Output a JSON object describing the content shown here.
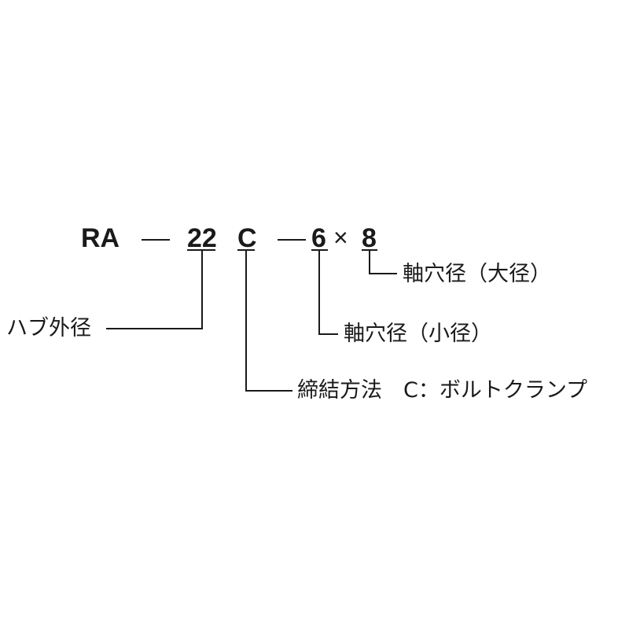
{
  "model_code": {
    "prefix": "RA",
    "hub_size": "22",
    "clamp_type": "C",
    "bore_small": "6",
    "times": "×",
    "bore_large": "8"
  },
  "labels": {
    "bore_large": "軸穴径（大径）",
    "hub_diameter": "ハブ外径",
    "bore_small": "軸穴径（小径）",
    "clamping_method": "締結方法　C：ボルトクランプ"
  },
  "colors": {
    "ink": "#1a1a1a",
    "background": "#ffffff"
  }
}
